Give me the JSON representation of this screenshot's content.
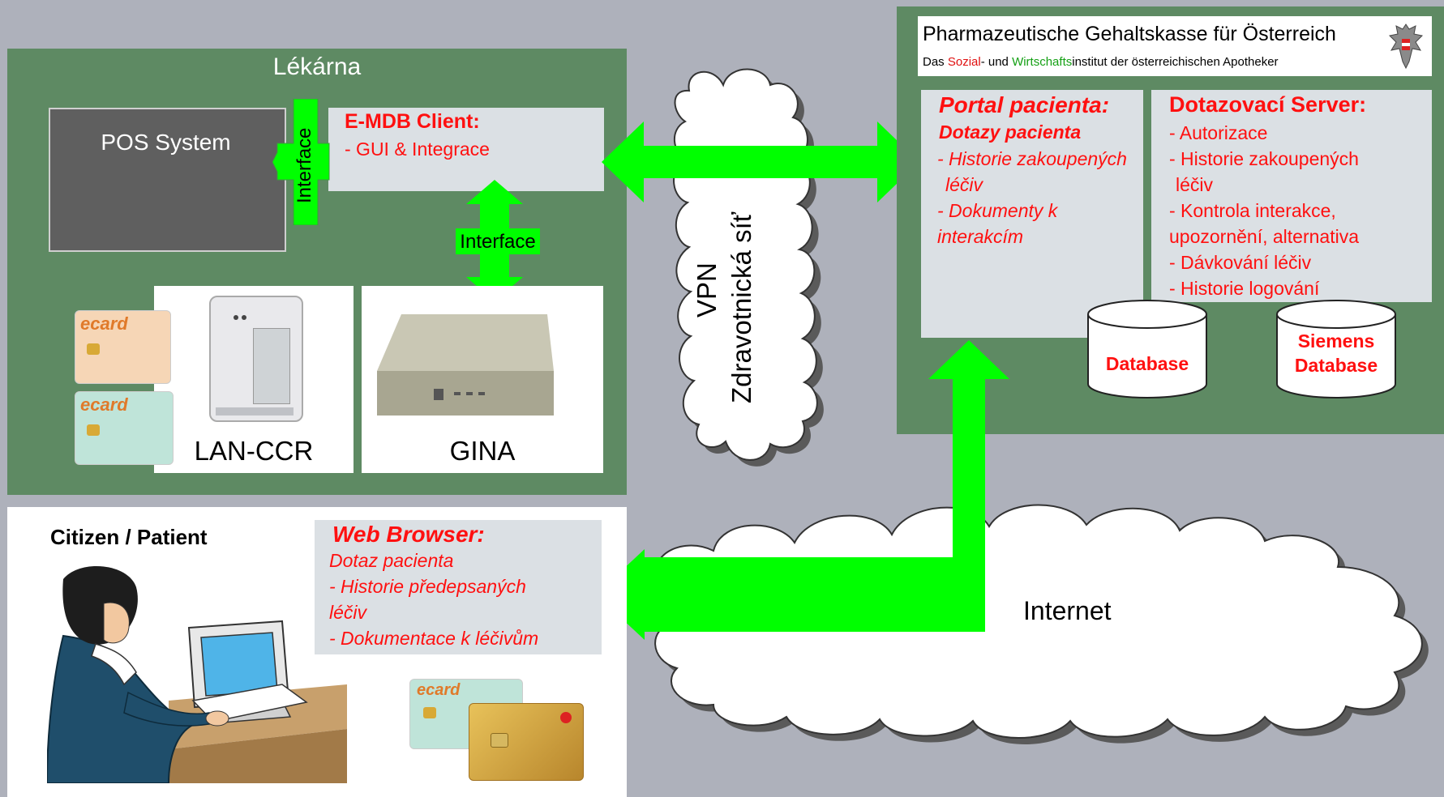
{
  "pharmacy": {
    "title": "Lékárna",
    "pos_label": "POS System",
    "interface_vertical": "Interface",
    "interface_horizontal": "Interface",
    "emdb_title": "E-MDB Client:",
    "emdb_item": "- GUI & Integrace",
    "lan_ccr_label": "LAN-CCR",
    "gina_label": "GINA",
    "ecard_brand": "ecard"
  },
  "vpn": {
    "line1": "VPN",
    "line2": "Zdravotnická síť"
  },
  "pgo": {
    "name": "Pharmazeutische Gehaltskasse für Österreich",
    "subtitle_pre": "Das ",
    "subtitle_red": "Sozial",
    "subtitle_mid": "- und ",
    "subtitle_green": "Wirtschafts",
    "subtitle_post": "institut der österreichischen Apotheker",
    "portal_title": "Portal pacienta:",
    "portal_sub": "Dotazy pacienta",
    "portal_items": [
      "- Historie zakoupených",
      "léčiv",
      "- Dokumenty k",
      "interakcím"
    ],
    "server_title": "Dotazovací Server:",
    "server_items": [
      "- Autorizace",
      "- Historie zakoupených",
      "léčiv",
      "- Kontrola interakce,",
      "upozornění, alternativa",
      "- Dávkování léčiv",
      "- Historie logování"
    ],
    "db1_label": "Database",
    "db2_line1": "Siemens",
    "db2_line2": "Database"
  },
  "citizen": {
    "label": "Citizen / Patient",
    "browser_title": "Web Browser:",
    "browser_items": [
      "Dotaz pacienta",
      "- Historie předepsaných",
      "léčiv",
      "- Dokumentace k léčivům"
    ],
    "ecard_brand": "ecard"
  },
  "internet": {
    "label": "Internet"
  },
  "colors": {
    "background": "#aeb1bb",
    "panel_green": "#5e8a63",
    "arrow_green": "#00ff00",
    "accent_red": "#ff1010",
    "box_grey": "#dbe0e4"
  }
}
